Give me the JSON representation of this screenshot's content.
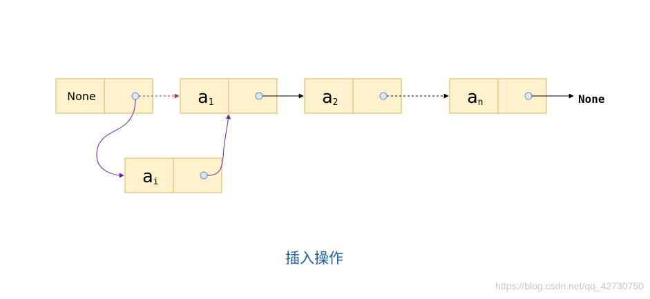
{
  "nodes": {
    "head": {
      "label": "None"
    },
    "a1": {
      "letter": "a",
      "sub": "1"
    },
    "a2": {
      "letter": "a",
      "sub": "2"
    },
    "an": {
      "letter": "a",
      "sub": "n"
    },
    "ai": {
      "letter": "a",
      "sub": "i"
    }
  },
  "terminal": "None",
  "caption": "插入操作",
  "watermark": "https://blog.csdn.net/qq_42730750",
  "colors": {
    "node_fill": "#fff2cc",
    "node_border": "#d6b656",
    "pointer_dot": "#dae8fc",
    "pointer_dot_border": "#6c8ebf",
    "removed_link": "#b0306a",
    "new_link": "#6a1fa3",
    "caption": "#1f5fa8"
  }
}
